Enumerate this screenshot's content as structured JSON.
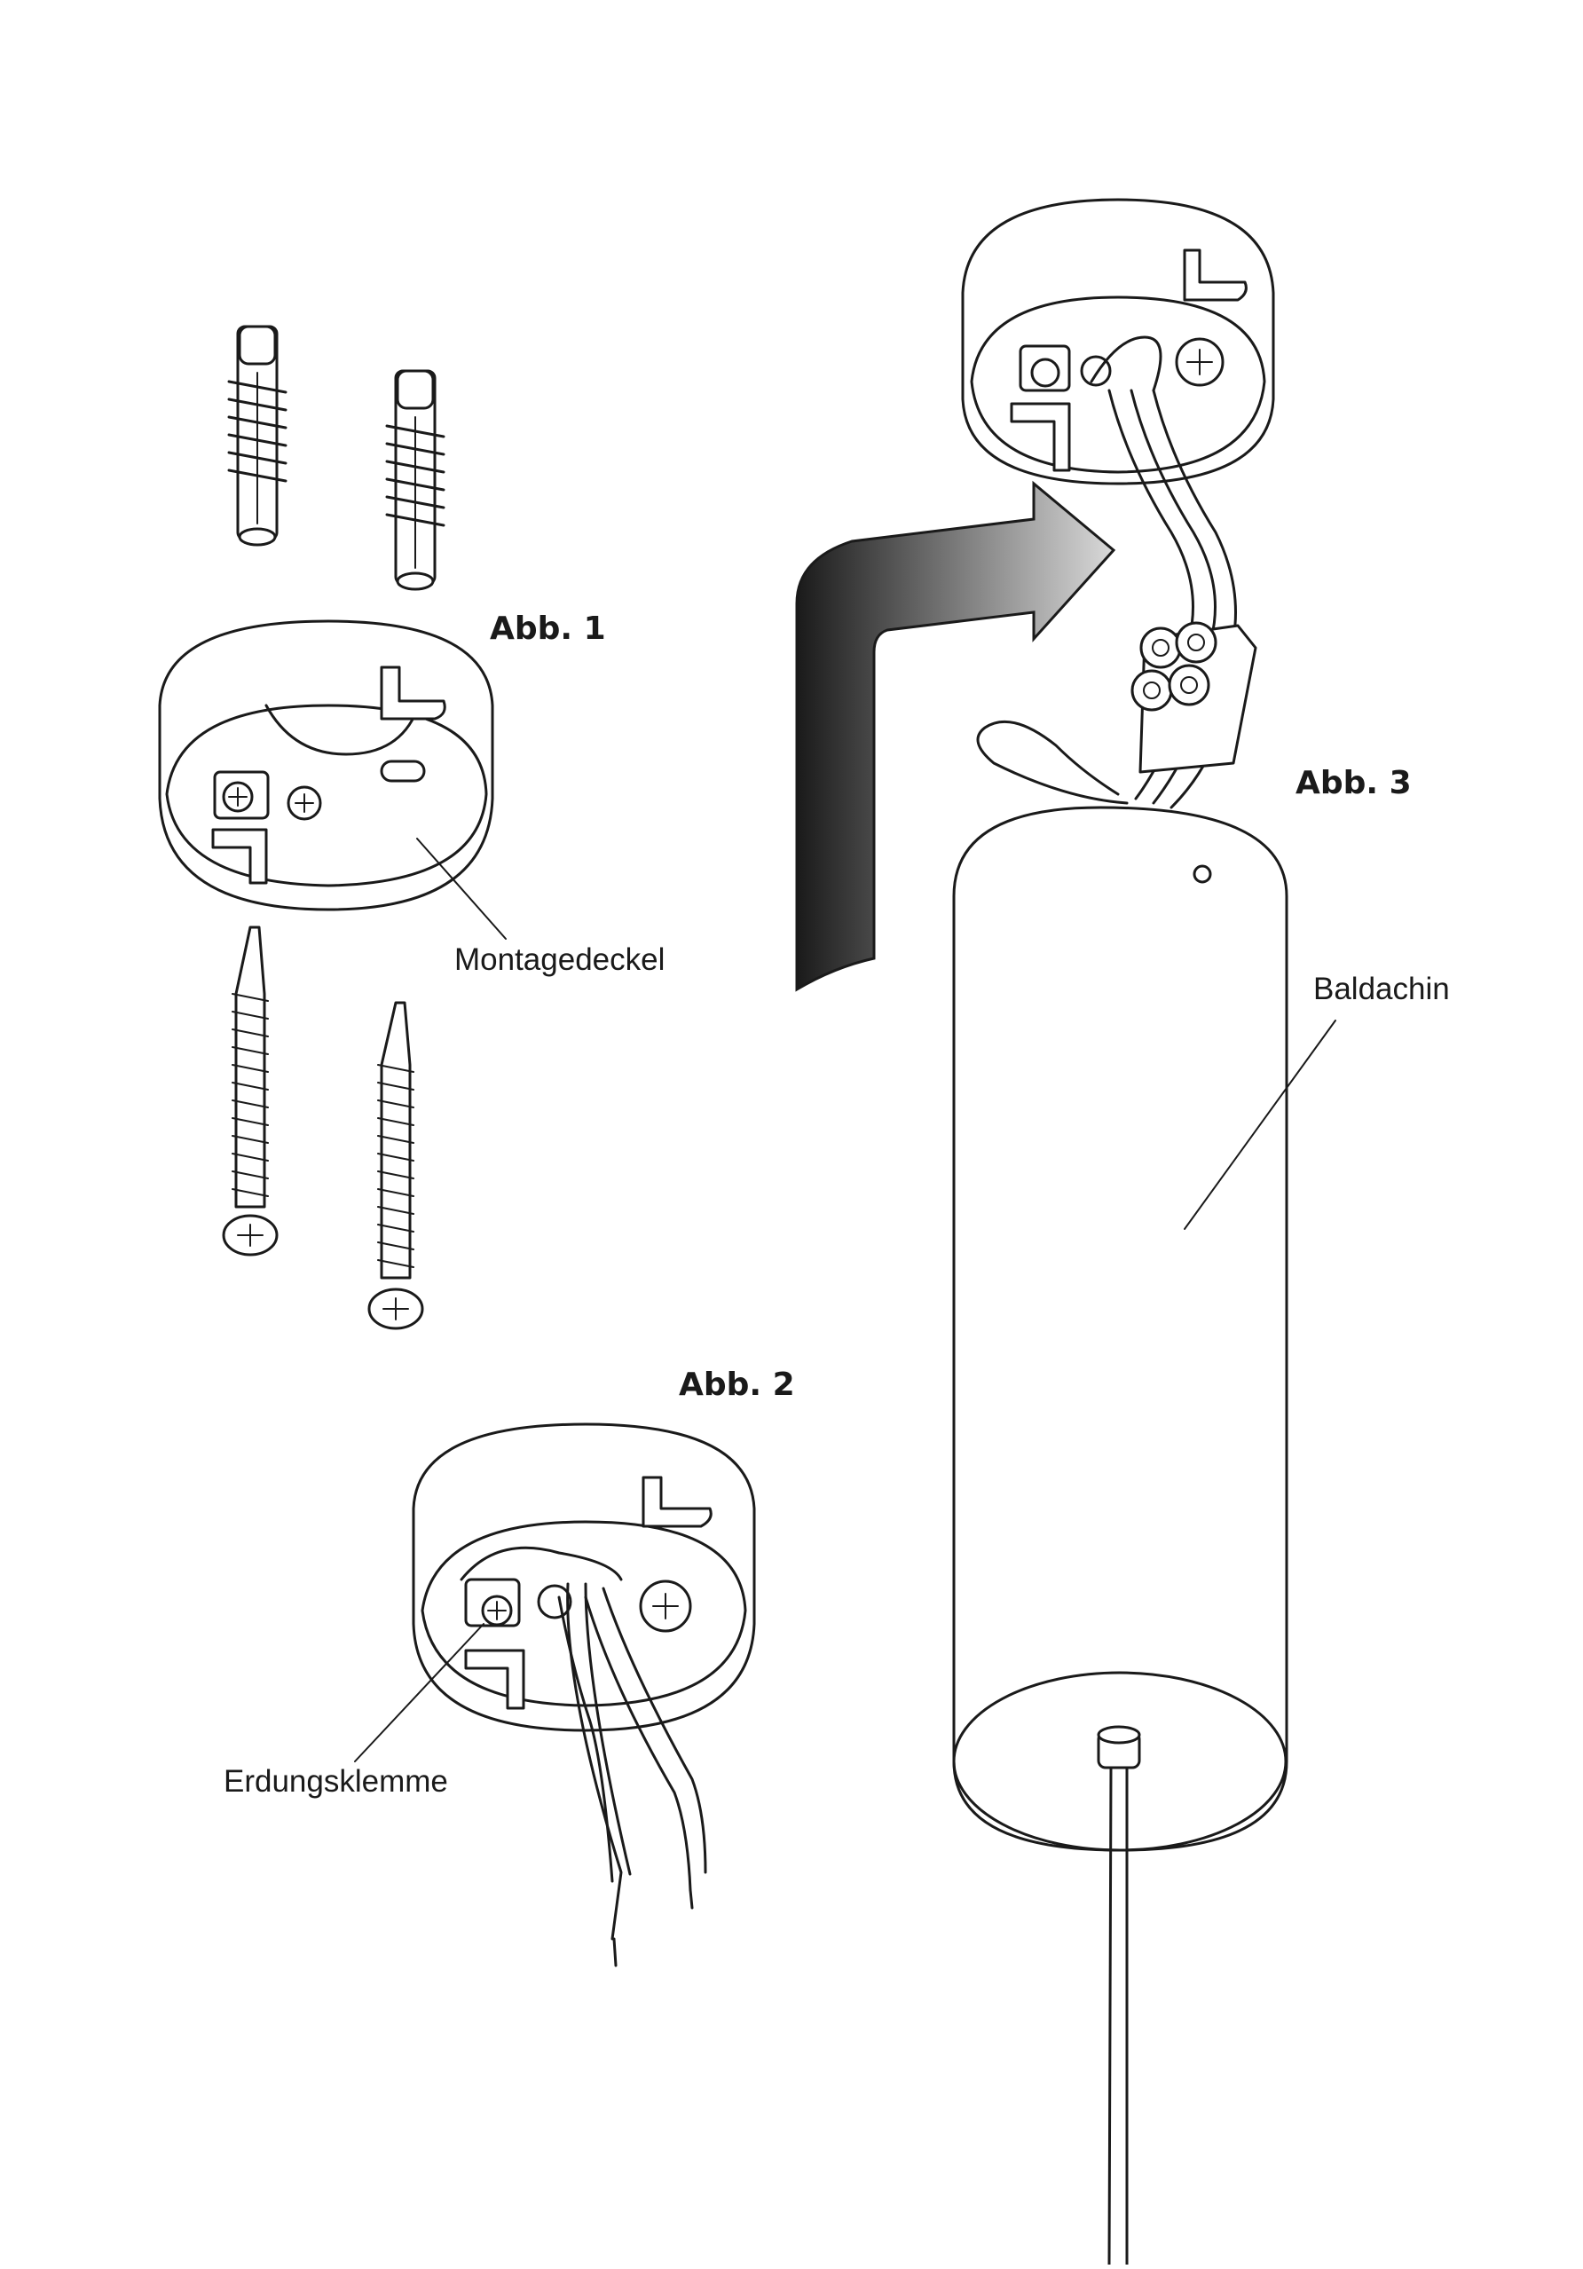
{
  "figures": {
    "fig1": "Abb. 1",
    "fig2": "Abb. 2",
    "fig3": "Abb. 3"
  },
  "callouts": {
    "mounting_plate": "Montagedeckel",
    "ground_terminal": "Erdungsklemme",
    "canopy": "Baldachin"
  },
  "colors": {
    "line": "#1a1a1a",
    "arrow_dark": "#1a1a1a",
    "arrow_light": "#d9d9d9"
  }
}
